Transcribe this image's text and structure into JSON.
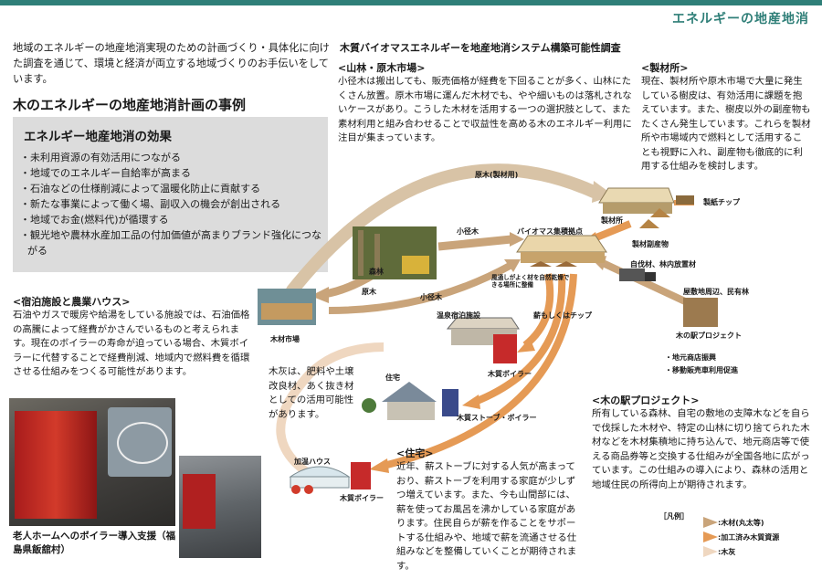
{
  "header_label": "エネルギーの地産地消",
  "intro": "地域のエネルギーの地産地消実現のための計画づくり・具体化に向けた調査を通じて、環境と経済が両立する地域づくりのお手伝いをしています。",
  "main_title": "木のエネルギーの地産地消計画の事例",
  "effects": {
    "title": "エネルギー地産地消の効果",
    "items": [
      "未利用資源の有効活用につながる",
      "地域でのエネルギー自給率が高まる",
      "石油などの仕様削減によって温暖化防止に貢献する",
      "新たな事業によって働く場、副収入の機会が創出される",
      "地域でお金(燃料代)が循環する",
      "観光地や農林水産加工品の付加価値が高まりブランド強化につながる"
    ]
  },
  "study_title": "木質バイオマスエネルギーを地産地消システム構築可能性調査",
  "sections": {
    "forest": {
      "title": "<山林・原木市場>",
      "body": "小径木は搬出しても、販売価格が経費を下回ることが多く、山林にたくさん放置。原木市場に運んだ木材でも、やや細いものは落札されないケースがあり。こうした木材を活用する一つの選択肢として、また素材利用と組み合わせることで収益性を高める木のエネルギー利用に注目が集まっています。"
    },
    "sawmill": {
      "title": "<製材所>",
      "body": "現在、製材所や原木市場で大量に発生している樹皮は、有効活用に課題を抱えています。また、樹皮以外の副産物もたくさん発生しています。これらを製材所や市場域内で燃料として活用することも視野に入れ、副産物も徹底的に利用する仕組みを検討します。"
    },
    "lodging": {
      "title": "<宿泊施設と農業ハウス>",
      "body": "石油やガスで暖房や給湯をしている施設では、石油価格の高騰によって経費がかさんでいるものと考えられます。現在のボイラーの寿命が迫っている場合、木質ボイラーに代替することで経費削減、地域内で燃料費を循環させる仕組みをつくる可能性があります。"
    },
    "ash": {
      "body": "木灰は、肥料や土壌改良材、あく抜き材としての活用可能性があります。"
    },
    "housing": {
      "title": "<住宅>",
      "body": "近年、薪ストーブに対する人気が高まっており、薪ストーブを利用する家庭が少しずつ増えています。また、今も山間部には、薪を使ってお風呂を沸かしている家庭があります。住民自らが薪を作ることをサポートする仕組みや、地域で薪を流通させる仕組みなどを整備していくことが期待されます。"
    },
    "station": {
      "title": "<木の駅プロジェクト>",
      "body": "所有している森林、自宅の敷地の支障木などを自らで伐採した木材や、特定の山林に切り捨てられた木材などを木材集積地に持ち込んで、地元商店等で使える商品券等と交換する仕組みが全国各地に広がっています。この仕組みの導入により、森林の活用と地域住民の所得向上が期待されます。"
    }
  },
  "diagram_labels": {
    "genboku_seizaiyou": "原木(製材用)",
    "seishi_chip": "製紙チップ",
    "seizaisho": "製材所",
    "seizai_fukusanbutsu": "製材副産物",
    "biomass_kyoten": "バイオマス集積拠点",
    "shokeiboku_1": "小径木",
    "shokeiboku_2": "小径木",
    "shinrin": "森林",
    "genboku": "原木",
    "kansou_note": "風通しがよく材を自然乾燥できる場所に整備",
    "mokuzai_ichiba": "木材市場",
    "jikahan": "自伐材、林内放置材",
    "yashiki": "屋敷地周辺、民有林",
    "kinoeki": "木の駅プロジェクト",
    "chiiki_shoten": "・地元商店振興",
    "ido_hanbai": "・移動販売車利用促進",
    "onsen": "温泉宿泊施設",
    "maki_chip": "薪もしくはチップ",
    "boiler_onsen": "木質ボイラー",
    "jutaku": "住宅",
    "stove": "木質ストーブ・ボイラー",
    "kaon_house": "加温ハウス",
    "boiler_house": "木質ボイラー"
  },
  "photo_caption": "老人ホームへのボイラー導入支援（福島県飯舘村）",
  "legend": {
    "title": "［凡例］",
    "items": [
      ":木材(丸太等)",
      ":加工済み木質資源",
      ":木灰"
    ]
  },
  "colors": {
    "accent": "#2f7f78",
    "arrow_wood": "#c9a47a",
    "arrow_processed": "#e59a55",
    "arrow_ash": "#efd7c0",
    "effects_bg": "#dcdcdc"
  }
}
